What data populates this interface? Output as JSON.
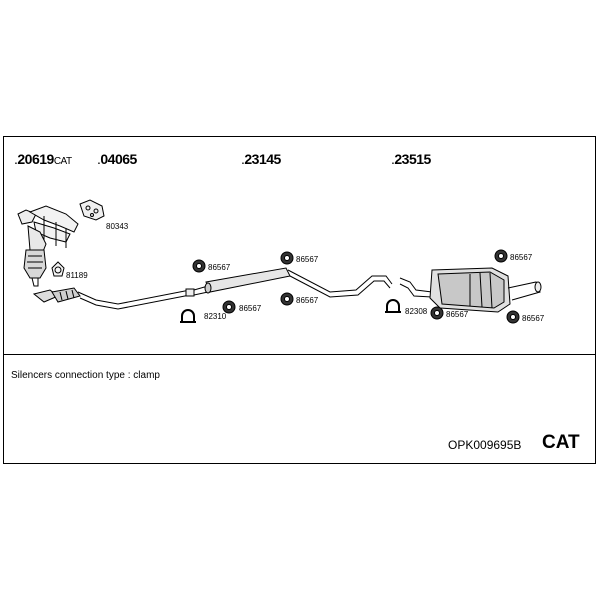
{
  "parts": {
    "p1": {
      "number": "20619",
      "suffix": "CAT"
    },
    "p2": {
      "number": "04065"
    },
    "p3": {
      "number": "23145"
    },
    "p4": {
      "number": "23515"
    }
  },
  "refs": {
    "gasket": "80343",
    "cat_clamp": "81189",
    "hanger_a": "86567",
    "hanger_b": "86567",
    "hanger_c": "86567",
    "hanger_d": "86567",
    "hanger_e": "86567",
    "hanger_f": "86567",
    "hanger_g": "86567",
    "clamp_a": "82310",
    "clamp_b": "82308"
  },
  "note": "Silencers connection type : clamp",
  "code": "OPK009695B",
  "badge": "CAT",
  "dot": "."
}
